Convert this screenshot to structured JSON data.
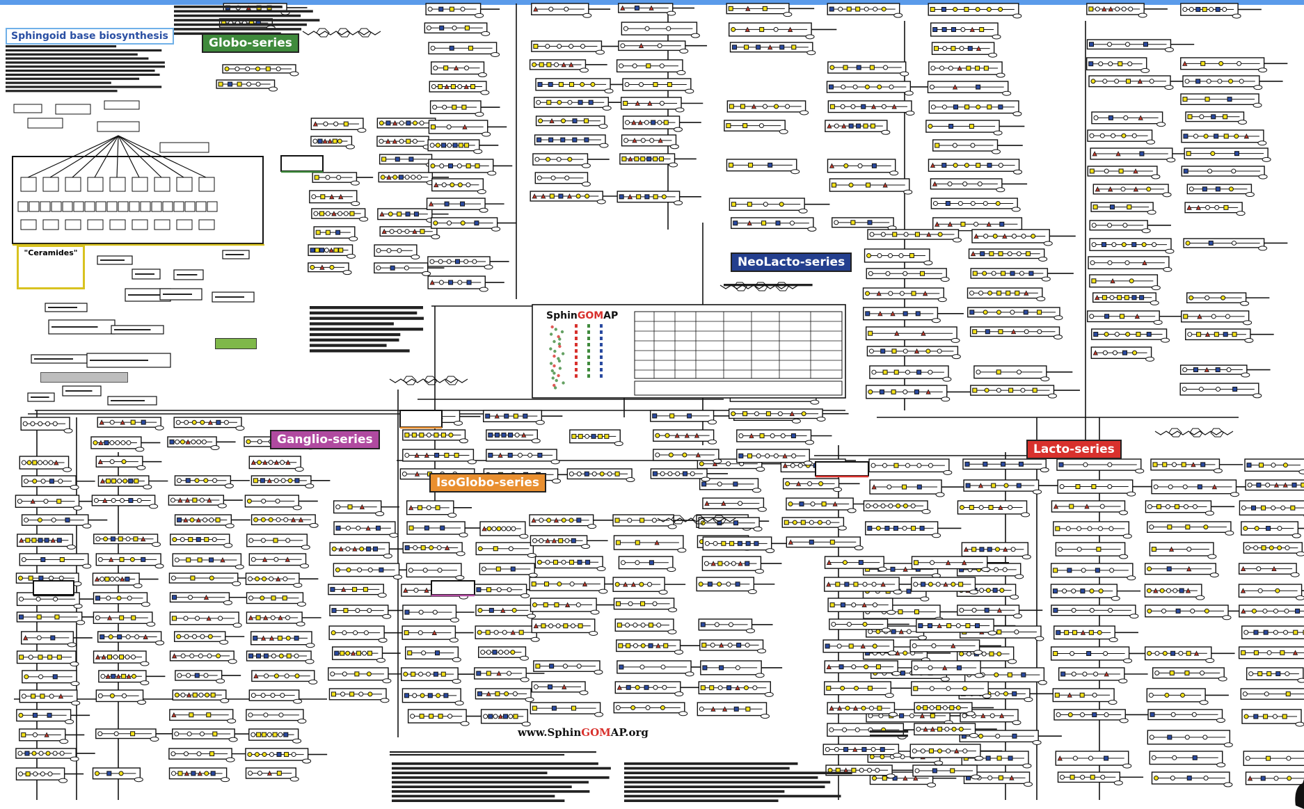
{
  "diagram": {
    "title": "Sphingoid base biosynthesis",
    "url_parts": [
      "www.Sphin",
      "GOM",
      "AP.org"
    ],
    "legend_logo_parts": [
      "Sphin",
      "GOM",
      "AP"
    ],
    "ceramides_label": "\"Ceramides\"",
    "series_labels": {
      "globo": "Globo-series",
      "neolacto": "NeoLacto-series",
      "ganglio": "Ganglio-series",
      "isoglobo": "IsoGlobo-series",
      "lacto": "Lacto-series"
    },
    "colors": {
      "globo": "#3f8a3c",
      "neolacto": "#243f8e",
      "ganglio": "#b04aa0",
      "isoglobo": "#e98f2f",
      "lacto": "#d8312d",
      "title_border": "#6fb0e8",
      "ceramides_border": "#d8c21f",
      "top_bar": "#5b9bea"
    }
  }
}
